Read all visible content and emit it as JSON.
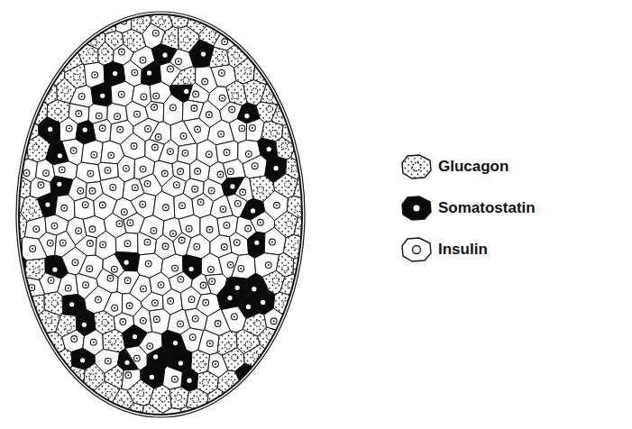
{
  "diagram": {
    "legend": [
      {
        "text": "Glucagon"
      },
      {
        "text": "Somatostatin"
      },
      {
        "text": "Insulin"
      }
    ]
  }
}
